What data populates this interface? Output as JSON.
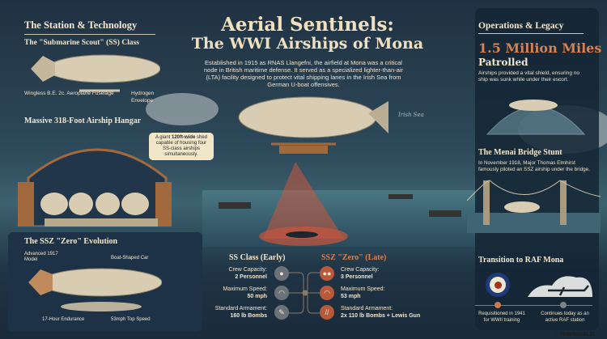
{
  "title": {
    "line1": "Aerial Sentinels:",
    "line2": "The WWI Airships of Mona"
  },
  "intro": "Established in 1915 as RNAS Llangefni, the airfield at Mona was a critical node in British maritime defense. It served as a specialized lighter-than-air (LTA) facility designed to protect vital shipping lanes in the Irish Sea from German U-boat offensives.",
  "map_label": "Irish Sea",
  "left": {
    "heading": "The Station & Technology",
    "ss_title": "The \"Submarine Scout\" (SS) Class",
    "ss_labels": [
      "Wingless B.E. 2c. Aeroplane Fuselage",
      "Hydrogen Envelope"
    ],
    "hangar_title": "Massive 318-Foot Airship Hangar",
    "hangar_callout": {
      "pre": "A giant ",
      "bold": "120ft-wide",
      "post": " shed capable of housing four SS-class airships simultaneously."
    },
    "ssz_title": "The SSZ \"Zero\" Evolution",
    "ssz_labels": [
      "Advanced 1917 Model",
      "Boat-Shaped Car",
      "17-Hour Endurance",
      "53mph Top Speed"
    ]
  },
  "compare": {
    "ss": {
      "title": "SS Class (Early)",
      "rows": [
        {
          "label": "Crew Capacity:",
          "value": "2 Personnel",
          "icon": "person-icon"
        },
        {
          "label": "Maximum Speed:",
          "value": "50 mph",
          "icon": "speedometer-icon"
        },
        {
          "label": "Standard Armament:",
          "value": "160 lb Bombs",
          "icon": "bomb-icon"
        }
      ]
    },
    "ssz": {
      "title": "SSZ \"Zero\" (Late)",
      "rows": [
        {
          "label": "Crew Capacity:",
          "value": "3 Personnel",
          "icon": "group-icon"
        },
        {
          "label": "Maximum Speed:",
          "value": "53 mph",
          "icon": "speedometer-icon"
        },
        {
          "label": "Standard Armament:",
          "value": "2x 110 lb Bombs + Lewis Gun",
          "icon": "bombs-icon"
        }
      ]
    }
  },
  "right": {
    "heading": "Operations & Legacy",
    "stat": "1.5 Million Miles",
    "stat_sub": "Patrolled",
    "stat_desc": "Airships provided a vital shield, ensuring no ship was sunk while under their escort.",
    "bridge_title": "The Menai Bridge Stunt",
    "bridge_desc": "In November 1918, Major Thomas Elmhirst famously piloted an SSZ airship under the bridge.",
    "raf_title": "Transition to RAF Mona",
    "timeline": [
      "Requisitioned in 1941 for WWII training",
      "Continues today as an active RAF station"
    ]
  },
  "watermark": "NotebookLM",
  "colors": {
    "accent": "#d9804f",
    "cream": "#f1e6cf",
    "grey": "#6b7378",
    "orange": "#b85a3a"
  }
}
